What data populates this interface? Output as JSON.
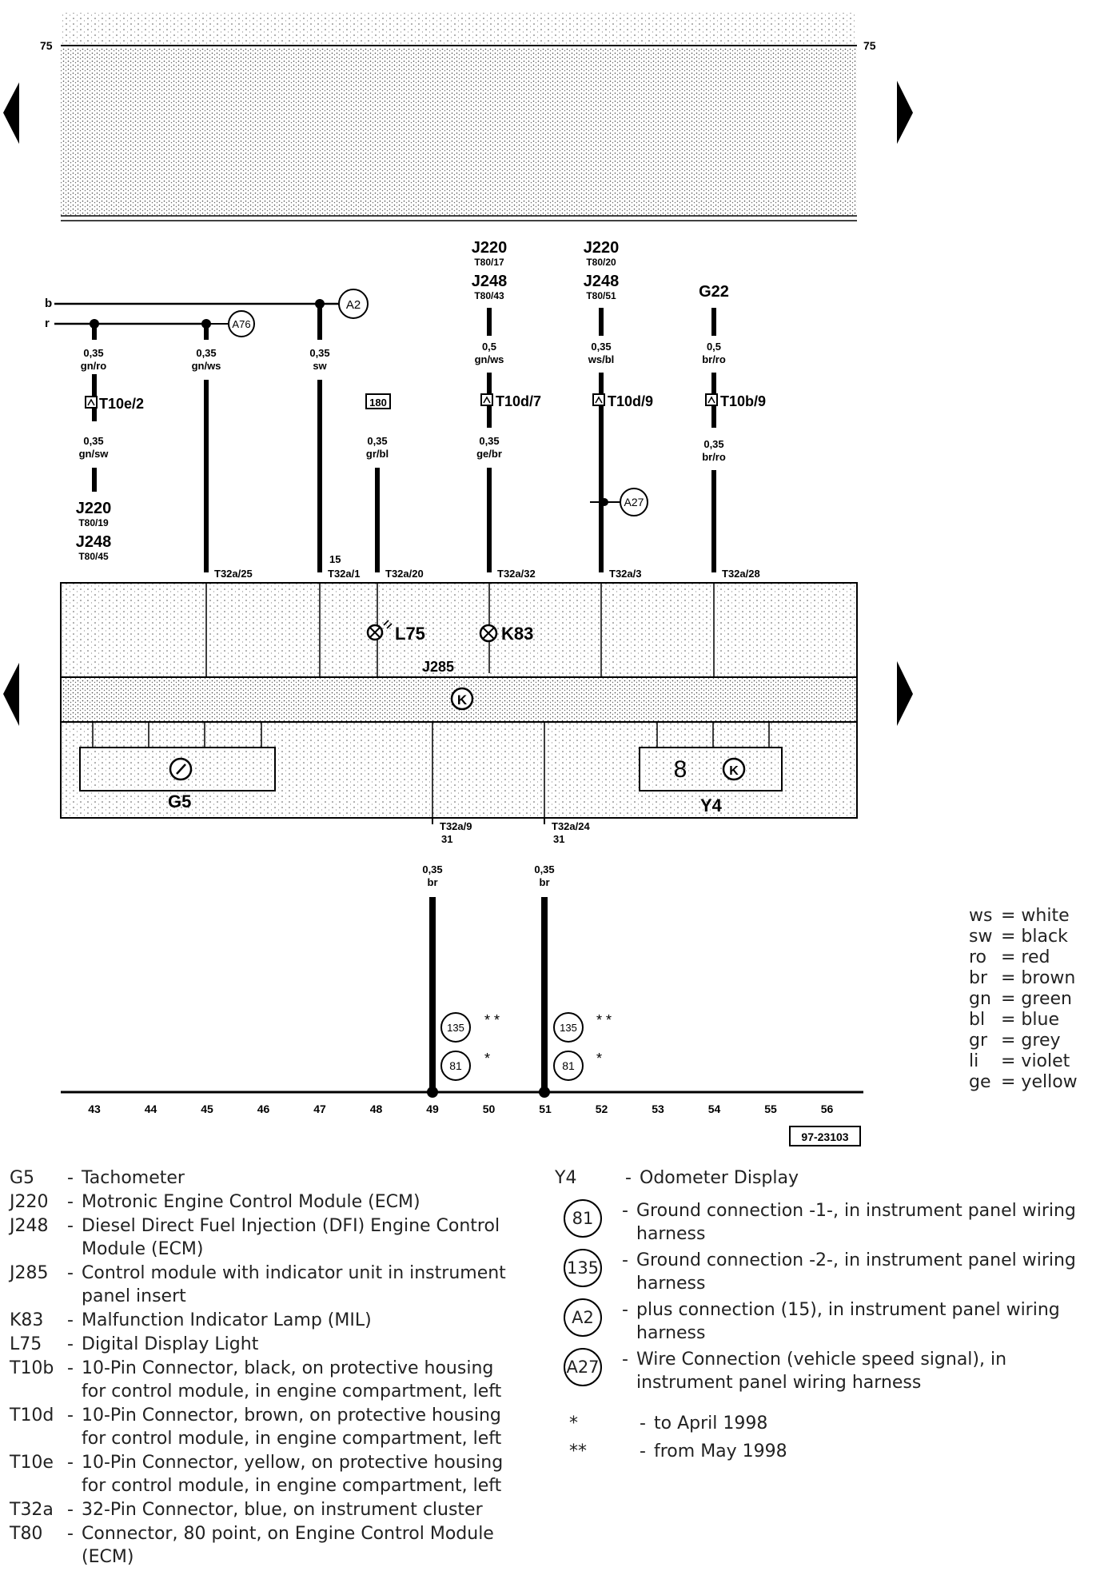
{
  "markers": {
    "top_left": "75",
    "top_right": "75"
  },
  "bus_labels": {
    "b": "b",
    "r": "r"
  },
  "wires": [
    {
      "col": "43",
      "top_size": "0,35",
      "top_color": "gn/ro",
      "connector": "T10e/2",
      "bot_size": "0,35",
      "bot_color": "gn/sw",
      "ref1": "J220",
      "ref1_pin": "T80/19",
      "ref2": "J248",
      "ref2_pin": "T80/45"
    },
    {
      "col": "45",
      "size": "0,35",
      "color": "gn/ws",
      "pin": "T32a/25",
      "circle": "A76"
    },
    {
      "col": "47",
      "size": "0,35",
      "color": "sw",
      "pin": "T32a/1",
      "terminal": "15",
      "circle": "A2"
    },
    {
      "col": "48",
      "box": "180",
      "size": "0,35",
      "color": "gr/bl",
      "pin": "T32a/20"
    },
    {
      "col": "50",
      "ref1": "J220",
      "ref1_pin": "T80/17",
      "ref2": "J248",
      "ref2_pin": "T80/43",
      "top_size": "0,5",
      "top_color": "gn/ws",
      "connector": "T10d/7",
      "bot_size": "0,35",
      "bot_color": "ge/br",
      "pin": "T32a/32"
    },
    {
      "col": "52",
      "ref1": "J220",
      "ref1_pin": "T80/20",
      "ref2": "J248",
      "ref2_pin": "T80/51",
      "top_size": "0,35",
      "top_color": "ws/bl",
      "connector": "T10d/9",
      "circle": "A27",
      "pin": "T32a/3"
    },
    {
      "col": "54",
      "ref1": "G22",
      "top_size": "0,5",
      "top_color": "br/ro",
      "connector": "T10b/9",
      "bot_size": "0,35",
      "bot_color": "br/ro",
      "pin": "T32a/28"
    }
  ],
  "components": {
    "l75": "L75",
    "k83": "K83",
    "j285": "J285",
    "g5": "G5",
    "y4": "Y4",
    "y4_digit": "8"
  },
  "ground_wires": [
    {
      "pin": "T32a/9",
      "terminal": "31",
      "size": "0,35",
      "color": "br",
      "circle_a": "135",
      "mark_a": "* *",
      "circle_b": "81",
      "mark_b": "*"
    },
    {
      "pin": "T32a/24",
      "terminal": "31",
      "size": "0,35",
      "color": "br",
      "circle_a": "135",
      "mark_a": "* *",
      "circle_b": "81",
      "mark_b": "*"
    }
  ],
  "columns": [
    "43",
    "44",
    "45",
    "46",
    "47",
    "48",
    "49",
    "50",
    "51",
    "52",
    "53",
    "54",
    "55",
    "56"
  ],
  "diagram_id": "97-23103",
  "color_key": [
    {
      "abbr": "ws",
      "name": "= white"
    },
    {
      "abbr": "sw",
      "name": "= black"
    },
    {
      "abbr": "ro",
      "name": "= red"
    },
    {
      "abbr": "br",
      "name": "= brown"
    },
    {
      "abbr": "gn",
      "name": "= green"
    },
    {
      "abbr": "bl",
      "name": "= blue"
    },
    {
      "abbr": "gr",
      "name": "= grey"
    },
    {
      "abbr": "li",
      "name": "= violet"
    },
    {
      "abbr": "ge",
      "name": "= yellow"
    }
  ],
  "legend_left": [
    {
      "code": "G5",
      "dash": "-",
      "desc": "Tachometer"
    },
    {
      "code": "J220",
      "dash": "-",
      "desc": "Motronic Engine Control Module (ECM)"
    },
    {
      "code": "J248",
      "dash": "-",
      "desc": "Diesel Direct Fuel Injection (DFI) Engine Control Module (ECM)"
    },
    {
      "code": "J285",
      "dash": "-",
      "desc": "Control module with indicator unit in instrument panel insert"
    },
    {
      "code": "K83",
      "dash": "-",
      "desc": "Malfunction Indicator Lamp (MIL)"
    },
    {
      "code": "L75",
      "dash": "-",
      "desc": "Digital Display Light"
    },
    {
      "code": "T10b",
      "dash": "-",
      "desc": "10-Pin Connector, black, on protective housing for control module, in engine compartment, left"
    },
    {
      "code": "T10d",
      "dash": "-",
      "desc": "10-Pin Connector, brown, on protective housing for control module, in engine compartment, left"
    },
    {
      "code": "T10e",
      "dash": "-",
      "desc": "10-Pin Connector, yellow, on protective housing for control module, in engine compartment, left"
    },
    {
      "code": "T32a",
      "dash": "-",
      "desc": "32-Pin Connector, blue, on instrument cluster"
    },
    {
      "code": "T80",
      "dash": "-",
      "desc": "Connector, 80 point, on Engine Control Module (ECM)"
    }
  ],
  "legend_right": [
    {
      "sym": "Y4",
      "circled": false,
      "dash": "-",
      "desc": "Odometer Display"
    },
    {
      "sym": "81",
      "circled": true,
      "dash": "-",
      "desc": "Ground connection -1-, in instrument panel wiring harness"
    },
    {
      "sym": "135",
      "circled": true,
      "dash": "-",
      "desc": "Ground connection -2-, in instrument panel wiring harness"
    },
    {
      "sym": "A2",
      "circled": true,
      "dash": "-",
      "desc": "plus connection (15), in instrument panel wiring harness"
    },
    {
      "sym": "A27",
      "circled": true,
      "dash": "-",
      "desc": "Wire Connection (vehicle speed signal), in instrument panel wiring harness"
    },
    {
      "sym": "*",
      "circled": false,
      "dash": "-",
      "desc": "to April 1998"
    },
    {
      "sym": "**",
      "circled": false,
      "dash": "-",
      "desc": "from May 1998"
    }
  ]
}
